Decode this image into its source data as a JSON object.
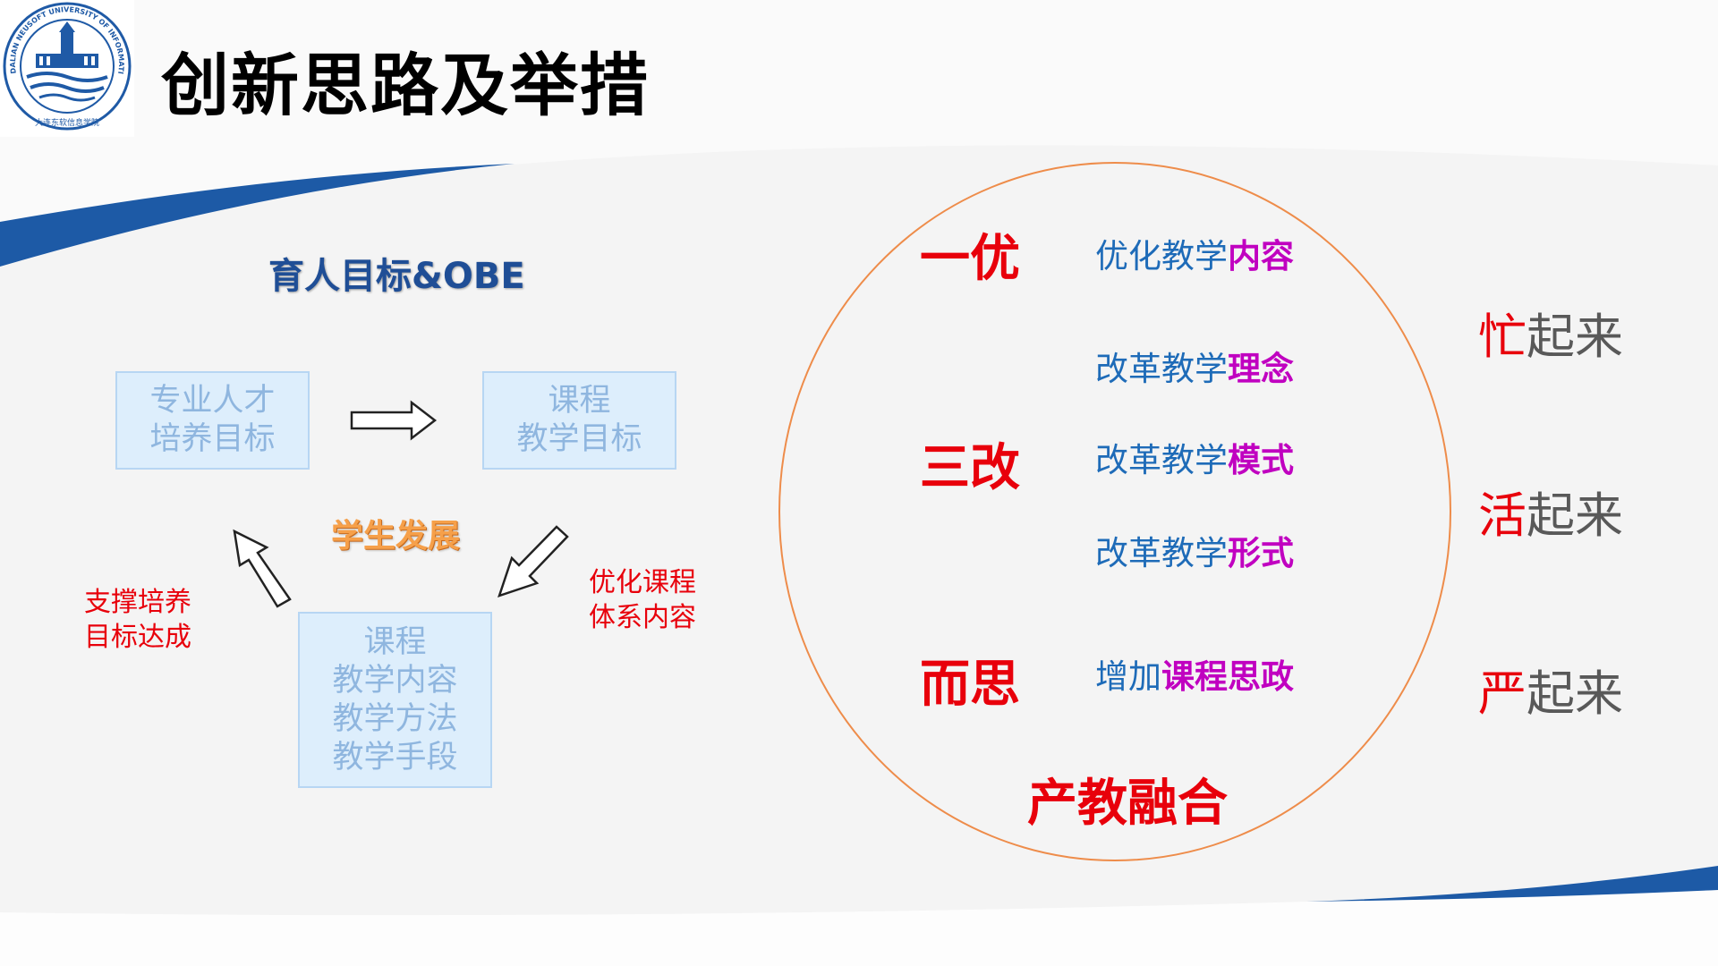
{
  "title": "创新思路及举措",
  "logo": {
    "icon": "university-seal-icon",
    "ring_text": "DALIAN NEUSOFT UNIVERSITY OF INFORMATION",
    "chinese_text": "大连东软信息学院"
  },
  "diagram": {
    "heading": "育人目标&OBE",
    "center_label": "学生发展",
    "boxes": [
      {
        "lines": [
          "专业人才",
          "培养目标"
        ]
      },
      {
        "lines": [
          "课程",
          "教学目标"
        ]
      },
      {
        "lines": [
          "课程",
          "教学内容",
          "教学方法",
          "教学手段"
        ]
      }
    ],
    "notes": {
      "left": [
        "支撑培养",
        "目标达成"
      ],
      "right": [
        "优化课程",
        "体系内容"
      ]
    }
  },
  "circle": {
    "categories": [
      "一优",
      "三改",
      "而思"
    ],
    "items": [
      {
        "prefix": "优化教学",
        "highlight": "内容"
      },
      {
        "prefix": "改革教学",
        "highlight": "理念"
      },
      {
        "prefix": "改革教学",
        "highlight": "模式"
      },
      {
        "prefix": "改革教学",
        "highlight": "形式"
      },
      {
        "prefix": "增加",
        "highlight": "课程思政"
      }
    ],
    "bottom": "产教融合"
  },
  "slogans": [
    {
      "first": "忙",
      "rest": "起来"
    },
    {
      "first": "活",
      "rest": "起来"
    },
    {
      "first": "严",
      "rest": "起来"
    }
  ],
  "colors": {
    "red": "#e8000b",
    "blue_text": "#1e6bb8",
    "magenta": "#c000c0",
    "heading_blue": "#1f4e96",
    "box_fill": "#ddeefc",
    "orange": "#f6a04a",
    "circle": "#ee8c4a",
    "swoosh": "#1d5aa6"
  }
}
